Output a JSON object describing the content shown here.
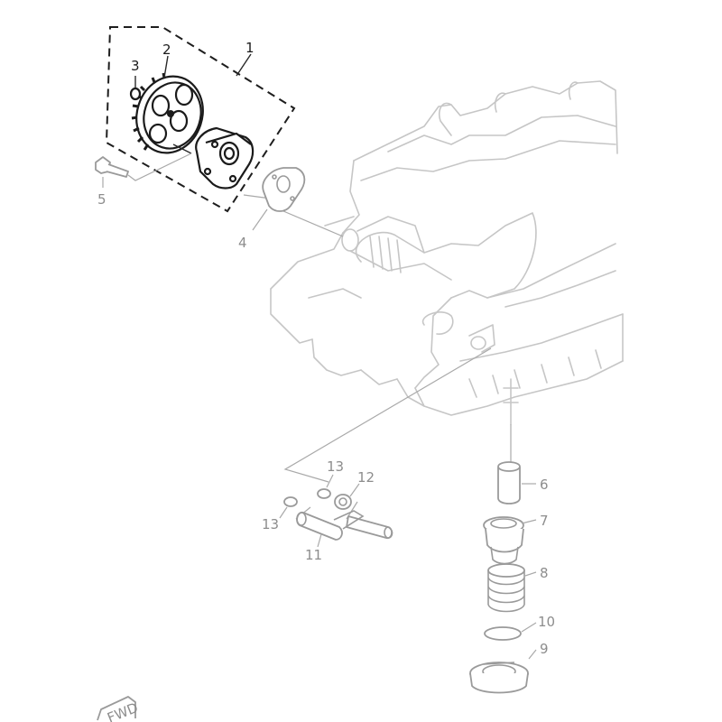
{
  "callouts": {
    "p1": "1",
    "p2": "2",
    "p3": "3",
    "p4": "4",
    "p5": "5",
    "p6": "6",
    "p7": "7",
    "p8": "8",
    "p9": "9",
    "p10": "10",
    "p11": "11",
    "p12": "12",
    "p13a": "13",
    "p13b": "13"
  },
  "fwd_mark": "FWD",
  "colors": {
    "highlight_parts": "#1b1b1b",
    "ghost_engine": "#c6c6c6",
    "light_parts": "#9a9a9a"
  }
}
